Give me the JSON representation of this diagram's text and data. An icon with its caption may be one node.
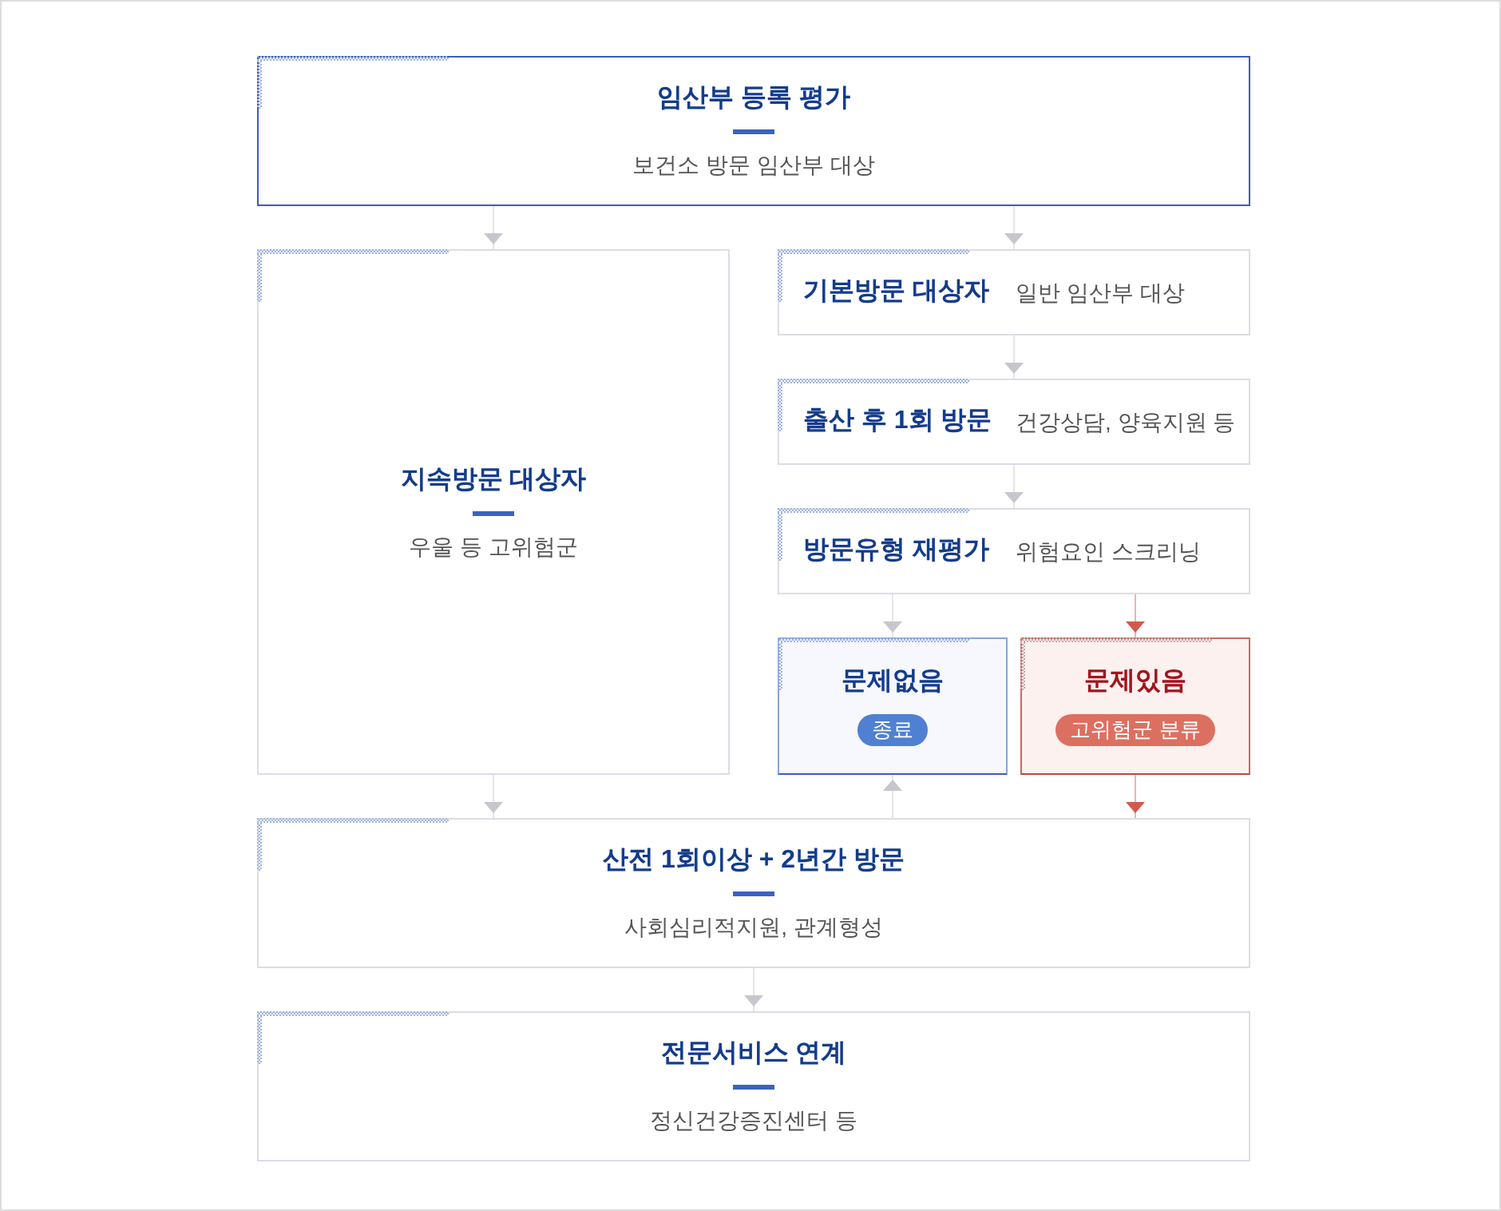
{
  "diagram": {
    "nodes": [
      {
        "text": [
          "임산부 등록 평가",
          "보건소 방문 임산부 대상"
        ]
      },
      {
        "text": [
          "지속방문 대상자",
          "우울 등 고위험군"
        ]
      },
      {
        "text": [
          "기본방문 대상자",
          "일반 임산부 대상"
        ]
      },
      {
        "text": [
          "출산 후 1회 방문",
          "건강상담, 양육지원 등"
        ]
      },
      {
        "text": [
          "방문유형 재평가",
          "위험요인 스크리닝"
        ]
      },
      {
        "text": [
          "문제없음",
          "종료"
        ]
      },
      {
        "text": [
          "문제있음",
          "고위험군 분류"
        ]
      },
      {
        "text": [
          "산전 1회이상 + 2년간 방문",
          "사회심리적지원, 관계형성"
        ]
      },
      {
        "text": [
          "전문서비스 연계",
          "정신건강증진센터 등"
        ]
      }
    ],
    "edges": [
      {
        "from": 0,
        "to": 1,
        "arrow": "to"
      },
      {
        "from": 0,
        "to": 2,
        "arrow": "to"
      },
      {
        "from": 2,
        "to": 3,
        "arrow": "to"
      },
      {
        "from": 3,
        "to": 4,
        "arrow": "to"
      },
      {
        "from": 4,
        "to": 5,
        "arrow": "to"
      },
      {
        "from": 4,
        "to": 6,
        "arrow": "to",
        "color": "#d25a4c"
      },
      {
        "from": 1,
        "to": 7,
        "arrow": "to"
      },
      {
        "from": 7,
        "to": 5,
        "arrow": "to"
      },
      {
        "from": 6,
        "to": 7,
        "arrow": "to",
        "color": "#d25a4c"
      },
      {
        "from": 7,
        "to": 8,
        "arrow": "to"
      }
    ]
  }
}
